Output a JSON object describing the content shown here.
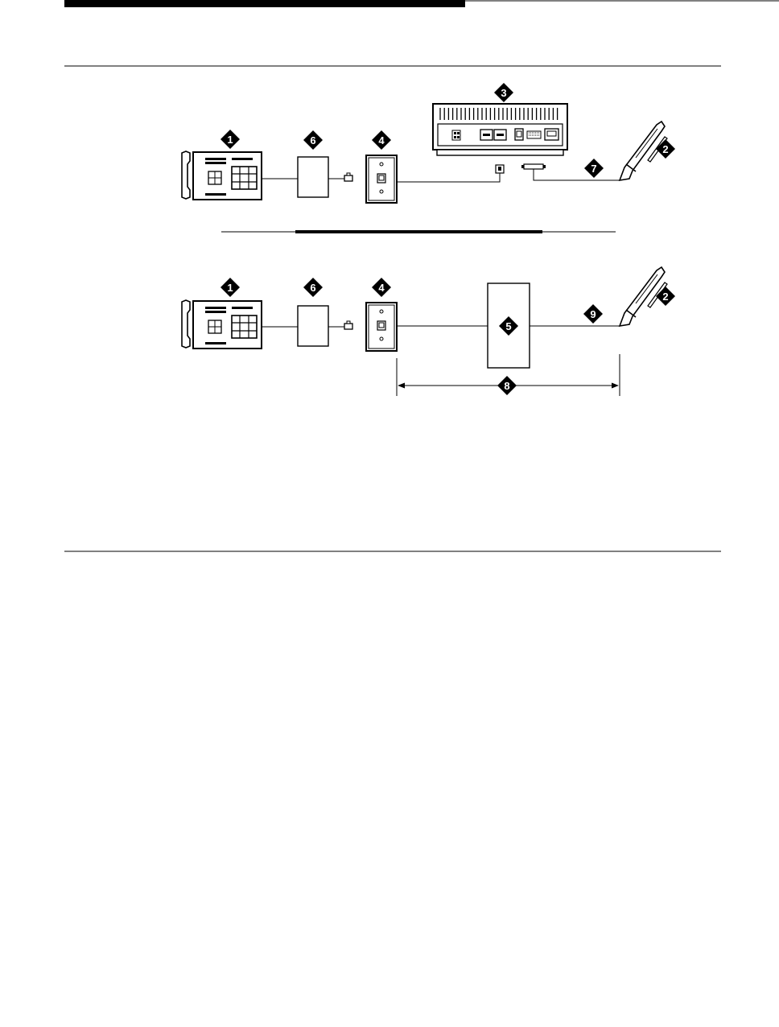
{
  "callouts": {
    "phone_top": "1",
    "phone_bottom": "1",
    "cord_top": "2",
    "cord_bottom": "2",
    "chassis": "3",
    "jack_top": "4",
    "jack_bottom": "4",
    "box_bottom": "5",
    "adapter_top": "6",
    "adapter_bottom": "6",
    "cable_top": "7",
    "distance": "8",
    "cable_bottom": "9"
  },
  "colors": {
    "ink": "#000000",
    "paper": "#ffffff"
  }
}
